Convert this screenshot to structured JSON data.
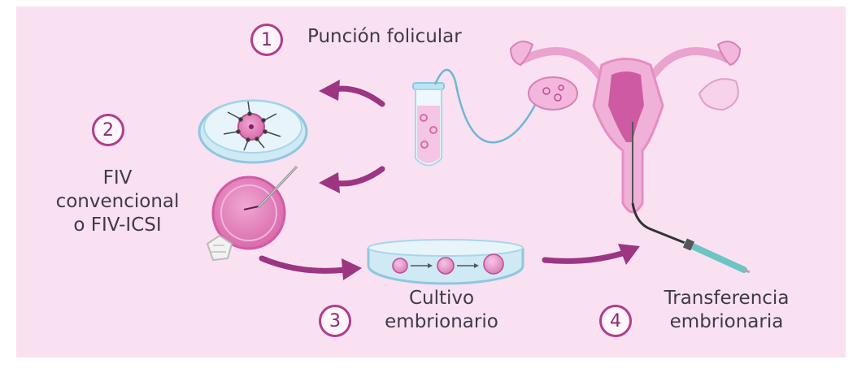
{
  "steps": [
    {
      "num": "1",
      "line1": "Punción folicular"
    },
    {
      "num": "2",
      "line1": "FIV",
      "line2": "convencional",
      "line3": "o FIV-ICSI"
    },
    {
      "num": "3",
      "line1": "Cultivo",
      "line2": "embrionario"
    },
    {
      "num": "4",
      "line1": "Transferencia",
      "line2": "embrionaria"
    }
  ],
  "colors": {
    "background": "#f9e1f1",
    "accent": "#b03d8c",
    "arrow": "#9c3582",
    "text": "#3f3a4a",
    "cell": "#e79acb",
    "dish": "#bfe3f2"
  }
}
